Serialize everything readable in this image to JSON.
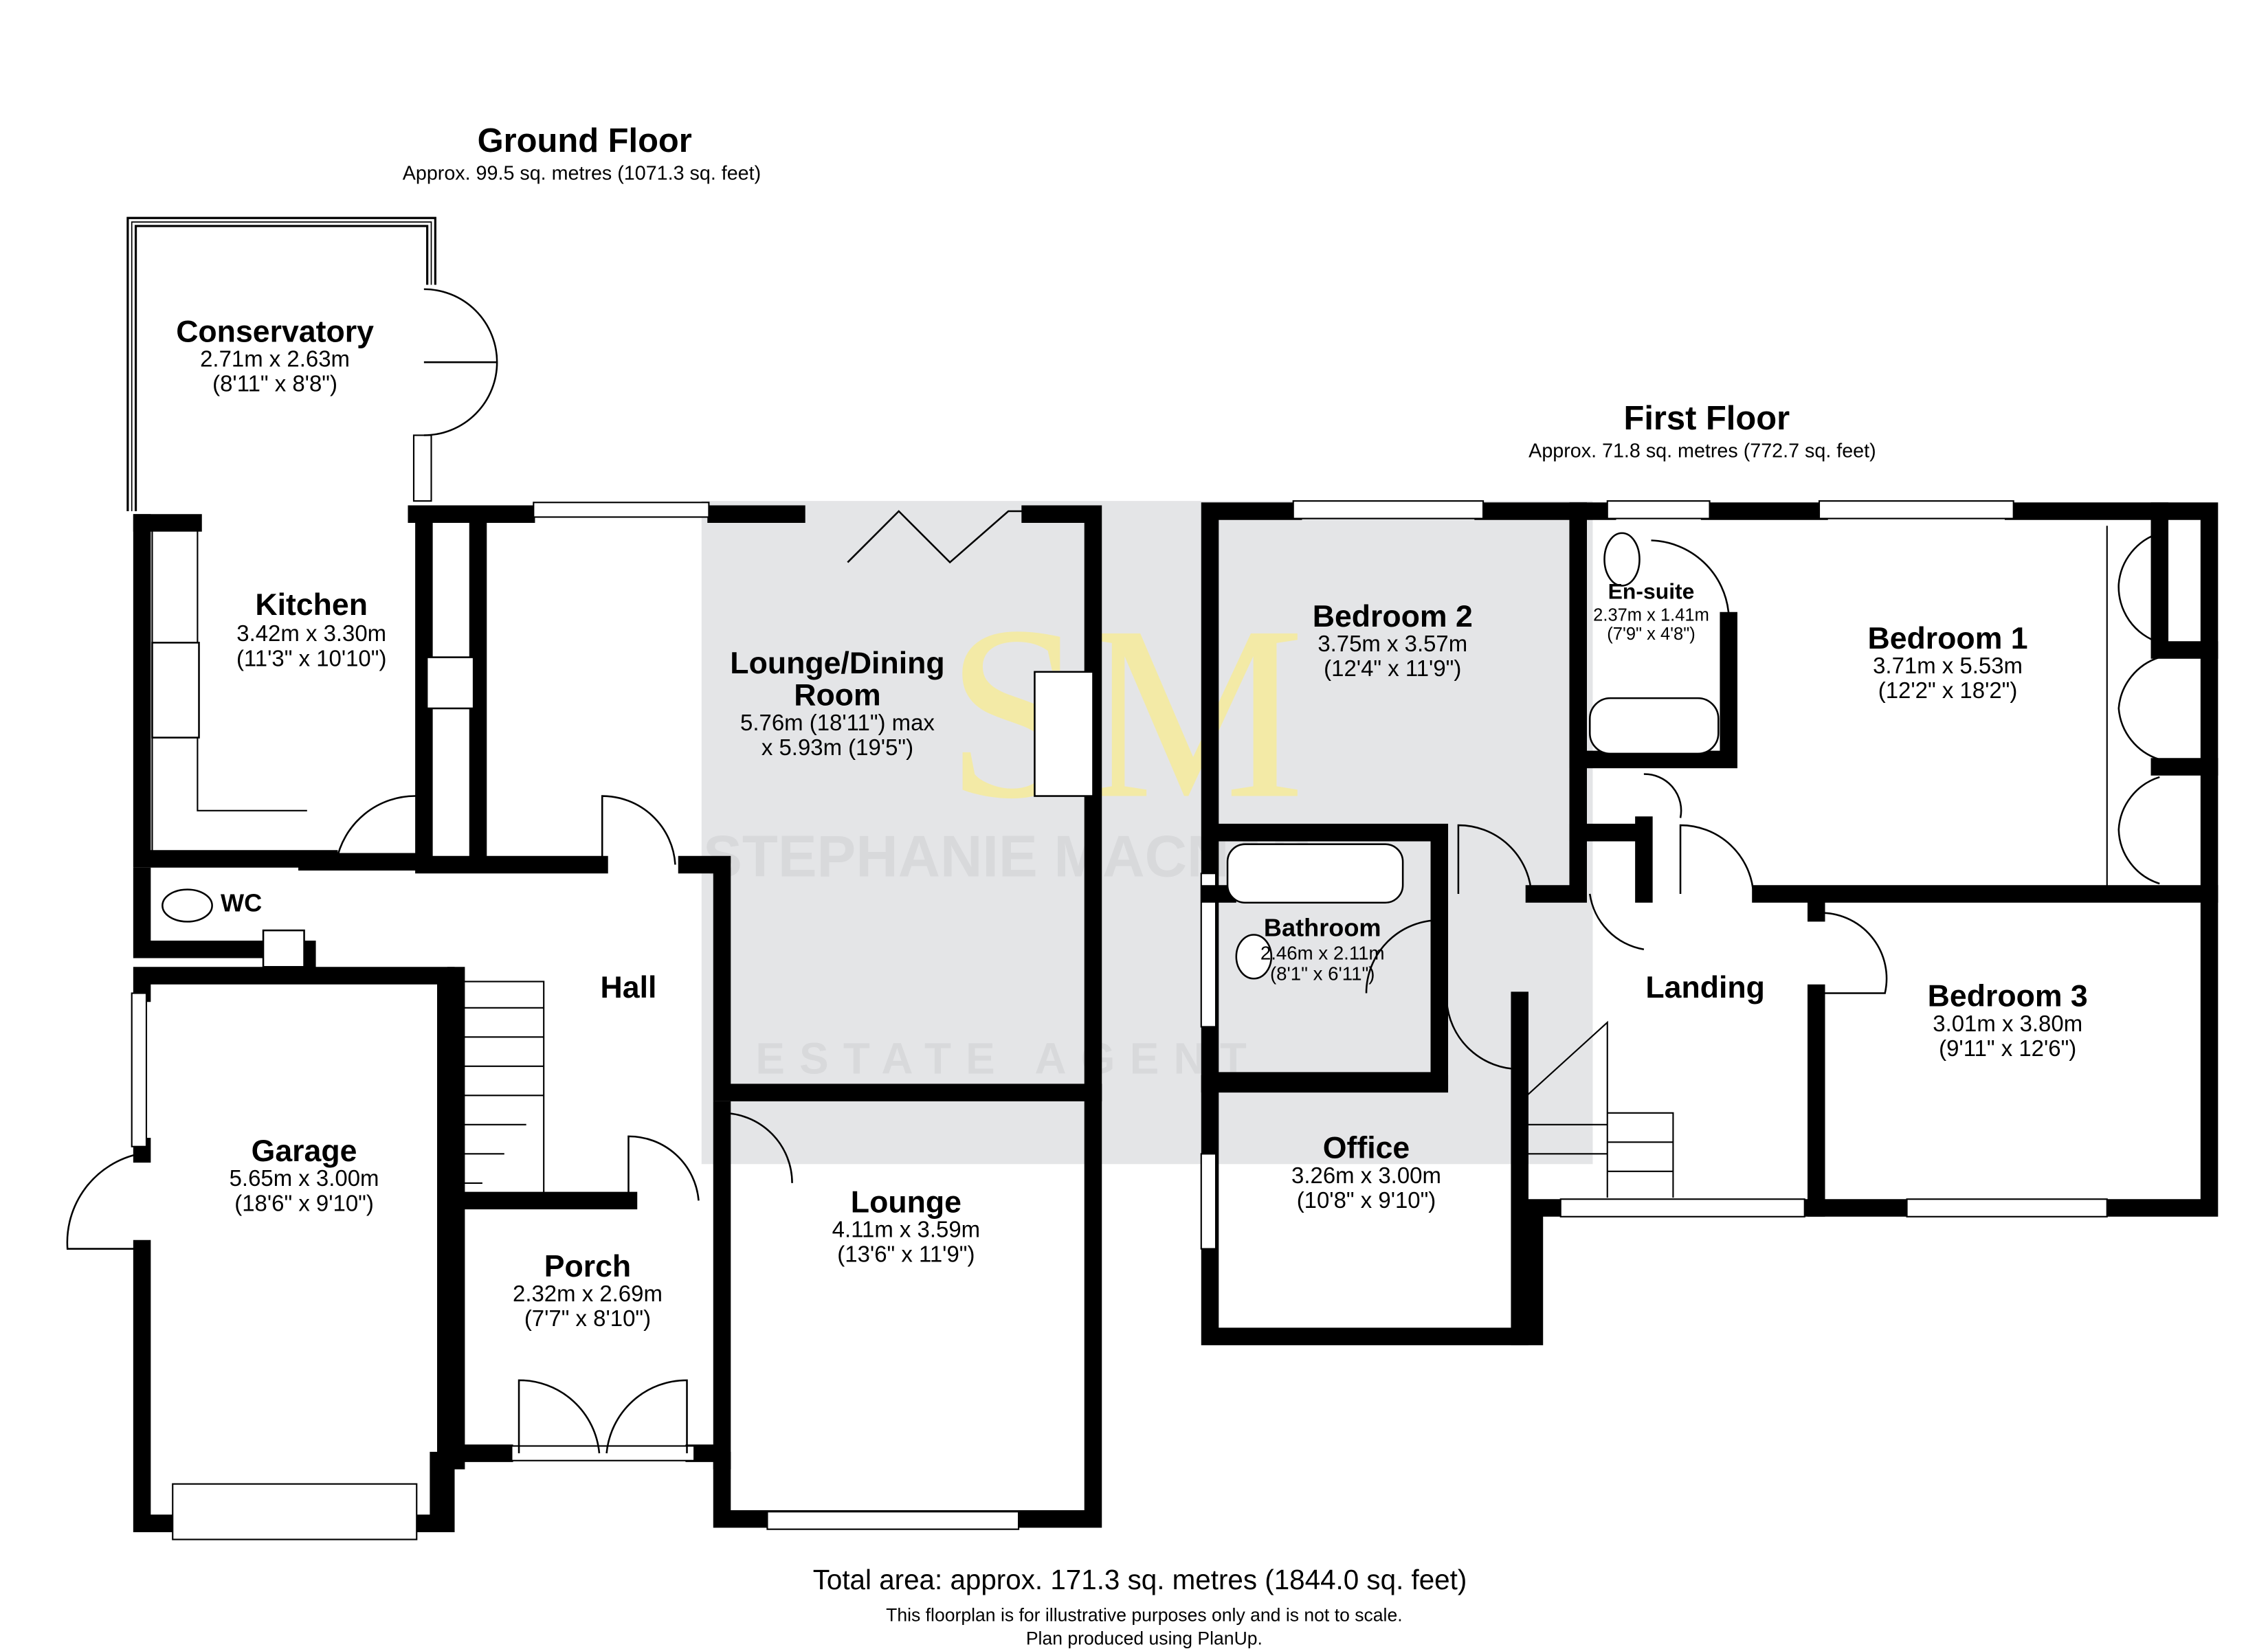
{
  "ground_floor": {
    "title": "Ground Floor",
    "area": "Approx. 99.5 sq. metres (1071.3 sq. feet)",
    "rooms": [
      {
        "name": "Conservatory",
        "metric": "2.71m x 2.63m",
        "imperial": "(8'11\" x 8'8\")"
      },
      {
        "name": "Kitchen",
        "metric": "3.42m x 3.30m",
        "imperial": "(11'3\" x 10'10\")"
      },
      {
        "name": "Lounge/Dining",
        "name2": "Room",
        "metric": "5.76m (18'11\") max",
        "imperial": "x 5.93m (19'5\")"
      },
      {
        "name": "WC"
      },
      {
        "name": "Hall"
      },
      {
        "name": "Garage",
        "metric": "5.65m x 3.00m",
        "imperial": "(18'6\" x 9'10\")"
      },
      {
        "name": "Porch",
        "metric": "2.32m x 2.69m",
        "imperial": "(7'7\" x 8'10\")"
      },
      {
        "name": "Lounge",
        "metric": "4.11m x 3.59m",
        "imperial": "(13'6\" x 11'9\")"
      }
    ]
  },
  "first_floor": {
    "title": "First Floor",
    "area": "Approx. 71.8 sq. metres (772.7 sq. feet)",
    "rooms": [
      {
        "name": "Bedroom 2",
        "metric": "3.75m x 3.57m",
        "imperial": "(12'4\" x 11'9\")"
      },
      {
        "name": "En-suite",
        "metric": "2.37m x 1.41m",
        "imperial": "(7'9\" x 4'8\")"
      },
      {
        "name": "Bedroom 1",
        "metric": "3.71m x 5.53m",
        "imperial": "(12'2\" x 18'2\")"
      },
      {
        "name": "Bathroom",
        "metric": "2.46m x 2.11m",
        "imperial": "(8'1\" x 6'11\")"
      },
      {
        "name": "Landing"
      },
      {
        "name": "Bedroom 3",
        "metric": "3.01m x 3.80m",
        "imperial": "(9'11\" x 12'6\")"
      },
      {
        "name": "Office",
        "metric": "3.26m x 3.00m",
        "imperial": "(10'8\" x 9'10\")"
      }
    ]
  },
  "watermark": {
    "logo": "SM",
    "line1": "STEPHANIE MACNAB",
    "line2": "ESTATE AGENT"
  },
  "footer": {
    "total": "Total area: approx. 171.3 sq. metres (1844.0 sq. feet)",
    "note1": "This floorplan is for illustrative purposes only and is not to scale.",
    "note2": "Plan produced using PlanUp."
  },
  "colors": {
    "wall": "#000000",
    "watermark_bg": "#e4e5e7",
    "logo": "#f3eaa6"
  }
}
